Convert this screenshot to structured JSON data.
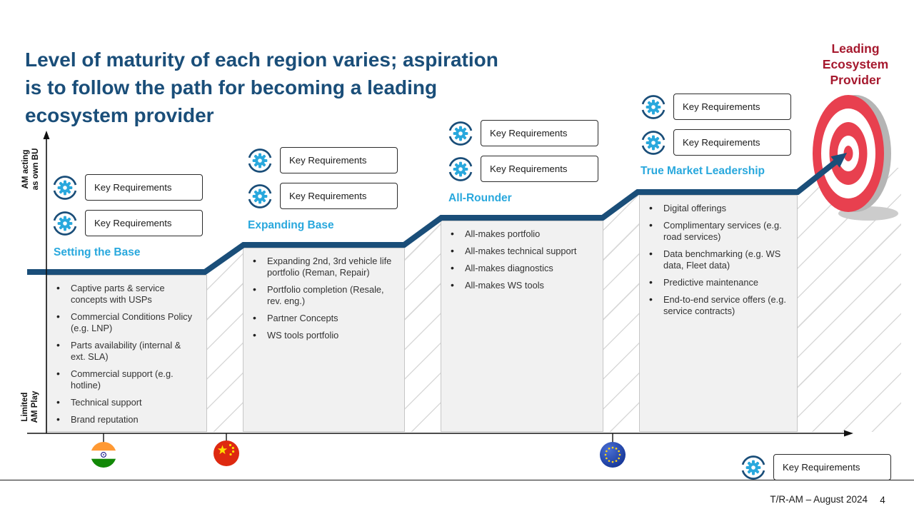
{
  "slide": {
    "title_lines": [
      "Level of maturity of each region varies; aspiration",
      "is to follow the path for becoming a leading",
      "ecosystem provider"
    ],
    "goal_lines": [
      "Leading",
      "Ecosystem",
      "Provider"
    ],
    "footer_text": "T/R-AM – August 2024",
    "page_number": "4"
  },
  "axis": {
    "top_label_lines": [
      "AM acting",
      "as own BU"
    ],
    "bottom_label_lines": [
      "Limited",
      "AM Play"
    ]
  },
  "kr_label": "Key Requirements",
  "stages": [
    {
      "name": "Setting the Base",
      "bullets": [
        "Captive parts & service concepts with USPs",
        "Commercial Conditions Policy (e.g. LNP)",
        "Parts availability (internal & ext. SLA)",
        "Commercial support (e.g. hotline)",
        "Technical support",
        "Brand reputation"
      ]
    },
    {
      "name": "Expanding Base",
      "bullets": [
        "Expanding 2nd, 3rd vehicle life portfolio (Reman, Repair)",
        "Portfolio completion (Resale, rev. eng.)",
        "Partner Concepts",
        "WS tools portfolio"
      ]
    },
    {
      "name": "All-Rounder",
      "bullets": [
        "All-makes portfolio",
        "All-makes technical support",
        "All-makes diagnostics",
        "All-makes WS tools"
      ]
    },
    {
      "name": "True Market Leadership",
      "bullets": [
        "Digital offerings",
        "Complimentary services (e.g. road services)",
        "Data benchmarking (e.g. WS data, Fleet data)",
        "Predictive maintenance",
        "End-to-end service offers (e.g. service contracts)"
      ]
    }
  ],
  "flags": [
    "india-flag",
    "china-flag",
    "eu-flag"
  ],
  "colors": {
    "title_blue": "#1a4e79",
    "stage_cyan": "#29a8dd",
    "goal_red": "#a6192e",
    "target_red": "#e8404f",
    "staircase_blue": "#1a4e79"
  }
}
